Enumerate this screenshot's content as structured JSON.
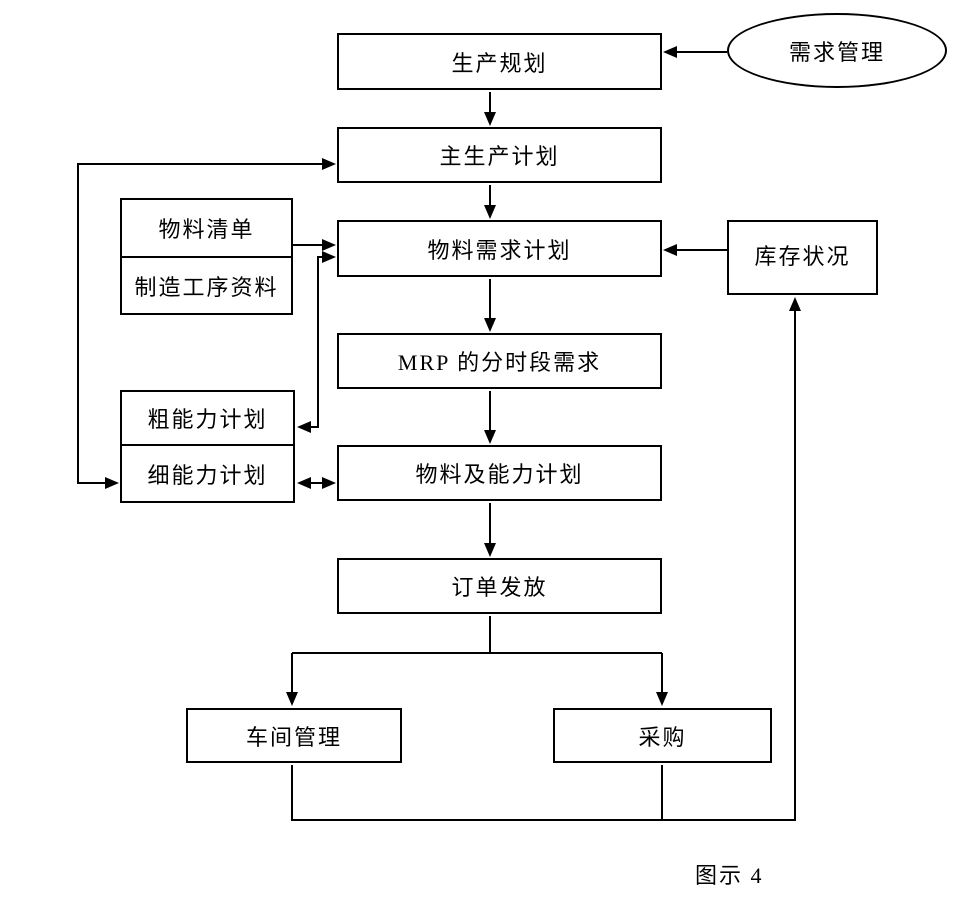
{
  "diagram": {
    "caption": "图示 4",
    "colors": {
      "line": "#000000",
      "background": "#ffffff"
    },
    "nodes": {
      "demand_management": "需求管理",
      "production_planning": "生产规划",
      "master_production_schedule": "主生产计划",
      "bill_of_materials": "物料清单",
      "manufacturing_process_data": "制造工序资料",
      "material_requirements_planning": "物料需求计划",
      "inventory_status": "库存状况",
      "mrp_time_phased_requirements": "MRP 的分时段需求",
      "rough_cut_capacity_planning": "粗能力计划",
      "detailed_capacity_planning": "细能力计划",
      "material_and_capacity_planning": "物料及能力计划",
      "order_release": "订单发放",
      "shop_floor_management": "车间管理",
      "purchasing": "采购"
    }
  }
}
